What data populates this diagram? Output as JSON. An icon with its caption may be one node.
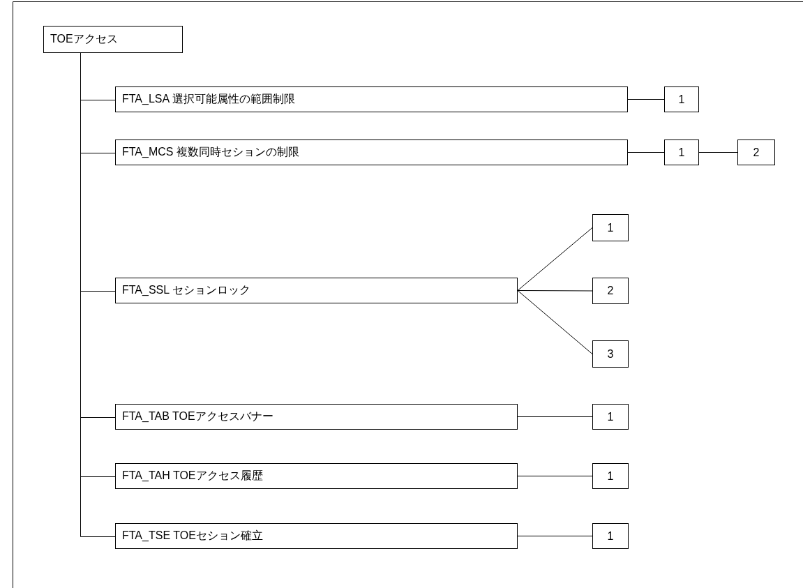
{
  "diagram": {
    "nodes": [
      {
        "text": [
          "TOEアクセス"
        ]
      },
      {
        "text": [
          "FTA_LSA 選択可能属性の範囲制限"
        ]
      },
      {
        "text": [
          "1"
        ]
      },
      {
        "text": [
          "FTA_MCS 複数同時セションの制限"
        ]
      },
      {
        "text": [
          "1"
        ]
      },
      {
        "text": [
          "2"
        ]
      },
      {
        "text": [
          "FTA_SSL セションロック"
        ]
      },
      {
        "text": [
          "1"
        ]
      },
      {
        "text": [
          "2"
        ]
      },
      {
        "text": [
          "3"
        ]
      },
      {
        "text": [
          "FTA_TAB TOEアクセスバナー"
        ]
      },
      {
        "text": [
          "1"
        ]
      },
      {
        "text": [
          "FTA_TAH TOEアクセス履歴"
        ]
      },
      {
        "text": [
          "1"
        ]
      },
      {
        "text": [
          "FTA_TSE TOEセション確立"
        ]
      },
      {
        "text": [
          "1"
        ]
      }
    ],
    "edges": [
      {
        "from": 0,
        "to": 1,
        "arrow": "none"
      },
      {
        "from": 0,
        "to": 3,
        "arrow": "none"
      },
      {
        "from": 0,
        "to": 6,
        "arrow": "none"
      },
      {
        "from": 0,
        "to": 10,
        "arrow": "none"
      },
      {
        "from": 0,
        "to": 12,
        "arrow": "none"
      },
      {
        "from": 0,
        "to": 14,
        "arrow": "none"
      },
      {
        "from": 1,
        "to": 2,
        "arrow": "none"
      },
      {
        "from": 3,
        "to": 4,
        "arrow": "none"
      },
      {
        "from": 4,
        "to": 5,
        "arrow": "none"
      },
      {
        "from": 6,
        "to": 7,
        "arrow": "none"
      },
      {
        "from": 6,
        "to": 8,
        "arrow": "none"
      },
      {
        "from": 6,
        "to": 9,
        "arrow": "none"
      },
      {
        "from": 10,
        "to": 11,
        "arrow": "none"
      },
      {
        "from": 12,
        "to": 13,
        "arrow": "none"
      },
      {
        "from": 14,
        "to": 15,
        "arrow": "none"
      }
    ]
  }
}
